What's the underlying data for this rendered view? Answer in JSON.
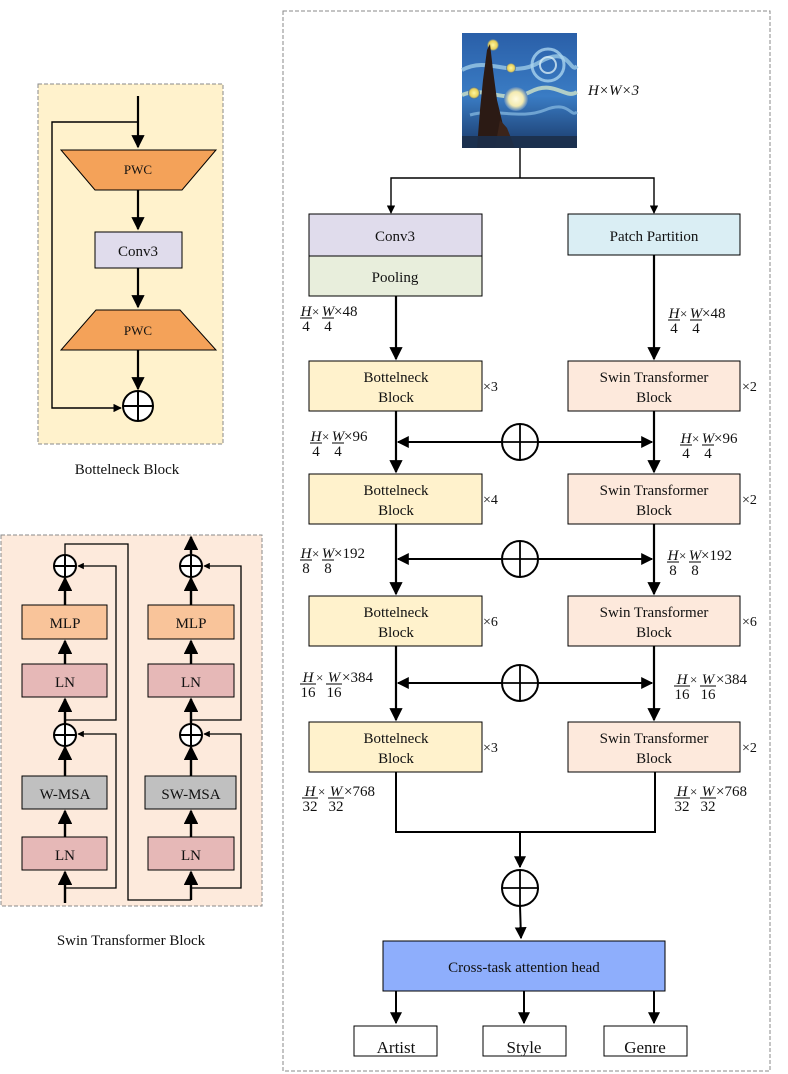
{
  "colors": {
    "bottleneck_panel": "#fff2cc",
    "swin_panel": "#fdeadc",
    "pwc": "#f4a259",
    "conv3": "#e0dcec",
    "pooling": "#e8eedc",
    "patch_partition": "#daeef4",
    "bottleneck_block": "#fff2cc",
    "swin_block": "#fde9dc",
    "mlp": "#f9c49a",
    "ln": "#e6b8b7",
    "msa": "#c0c0c0",
    "head": "#8eaefc",
    "output": "#ffffff"
  },
  "bottleneck_detail": {
    "caption": "Bottelneck Block",
    "pwc_top": "PWC",
    "conv3": "Conv3",
    "pwc_bottom": "PWC"
  },
  "swin_detail": {
    "caption": "Swin Transformer Block",
    "left": {
      "mlp": "MLP",
      "ln_top": "LN",
      "msa": "W-MSA",
      "ln_bottom": "LN"
    },
    "right": {
      "mlp": "MLP",
      "ln_top": "LN",
      "msa": "SW-MSA",
      "ln_bottom": "LN"
    }
  },
  "main": {
    "input": {
      "label": "H×W×3"
    },
    "conv3": "Conv3",
    "pooling": "Pooling",
    "patch_partition": "Patch Partition",
    "stages": [
      {
        "cnn": {
          "line1": "Bottelneck",
          "line2": "Block",
          "repeat": "×3"
        },
        "swin": {
          "line1": "Swin Transformer",
          "line2": "Block",
          "repeat": "×2"
        },
        "in_dim": {
          "h": "H",
          "w": "W",
          "den": "4",
          "ch": "×48"
        },
        "out_dim": {
          "h": "H",
          "w": "W",
          "den": "4",
          "ch": "×96"
        }
      },
      {
        "cnn": {
          "line1": "Bottelneck",
          "line2": "Block",
          "repeat": "×4"
        },
        "swin": {
          "line1": "Swin Transformer",
          "line2": "Block",
          "repeat": "×2"
        },
        "out_dim": {
          "h": "H",
          "w": "W",
          "den": "8",
          "ch": "×192"
        }
      },
      {
        "cnn": {
          "line1": "Bottelneck",
          "line2": "Block",
          "repeat": "×6"
        },
        "swin": {
          "line1": "Swin Transformer",
          "line2": "Block",
          "repeat": "×6"
        },
        "out_dim": {
          "h": "H",
          "w": "W",
          "den": "16",
          "ch": "×384"
        }
      },
      {
        "cnn": {
          "line1": "Bottelneck",
          "line2": "Block",
          "repeat": "×3"
        },
        "swin": {
          "line1": "Swin Transformer",
          "line2": "Block",
          "repeat": "×2"
        },
        "out_dim": {
          "h": "H",
          "w": "W",
          "den": "32",
          "ch": "×768"
        }
      }
    ],
    "head": "Cross-task attention head",
    "outputs": [
      "Artist",
      "Style",
      "Genre"
    ]
  }
}
